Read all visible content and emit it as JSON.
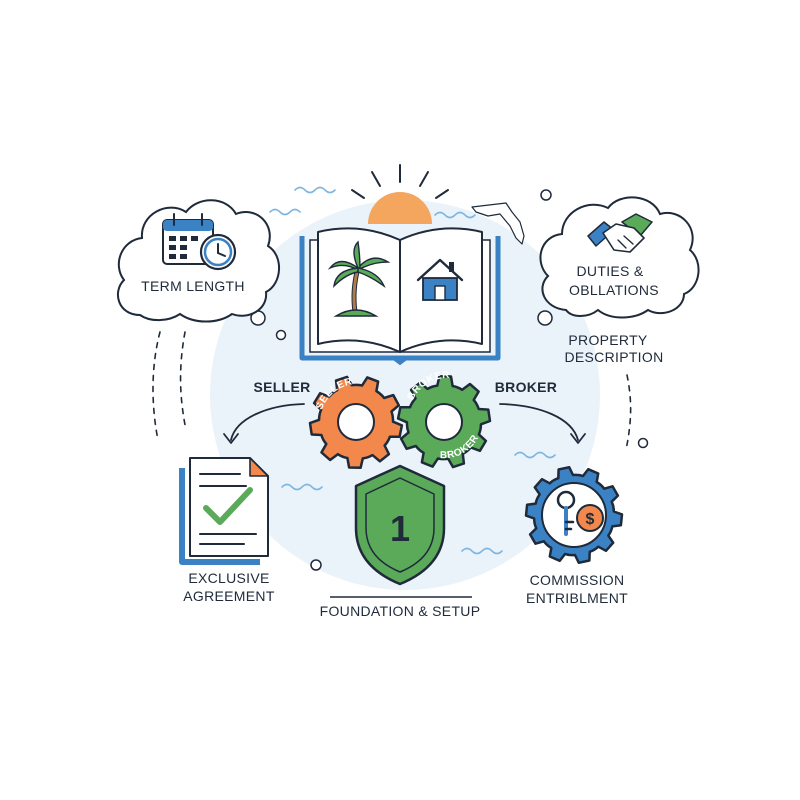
{
  "labels": {
    "term_length": "TERM LENGTH",
    "duties_line1": "DUTIES &",
    "duties_line2": "OBLLATIONS",
    "property_line1": "PROPERTY",
    "property_line2": "DESCRIPTION",
    "seller": "SELLER",
    "broker": "BROKER",
    "exclusive_line1": "EXCLUSIVE",
    "exclusive_line2": "AGREEMENT",
    "commission_line1": "COMMISSION",
    "commission_line2": "ENTRIBLMENT",
    "foundation": "FOUNDATION & SETUP"
  },
  "gears": {
    "seller_text": "SELLER",
    "broker_text": "BROKER",
    "broker_text_lower": "BROKER"
  },
  "shield": {
    "number": "1"
  },
  "coin": {
    "symbol": "$"
  },
  "icons": {
    "calendar": "calendar-clock-icon",
    "handshake": "handshake-icon",
    "book": "open-book-icon",
    "palm": "palm-tree-icon",
    "house": "house-icon",
    "sun": "sun-icon",
    "map": "state-map-icon",
    "document": "checked-document-icon",
    "shield": "shield-icon",
    "key_gear": "key-dollar-gear-icon"
  },
  "colors": {
    "navy": "#1f2a3a",
    "blue": "#3b82c4",
    "orange": "#f2884b",
    "green": "#5aaa5a",
    "sun": "#f4a55e",
    "pale_blue": "#eaf3fa"
  }
}
